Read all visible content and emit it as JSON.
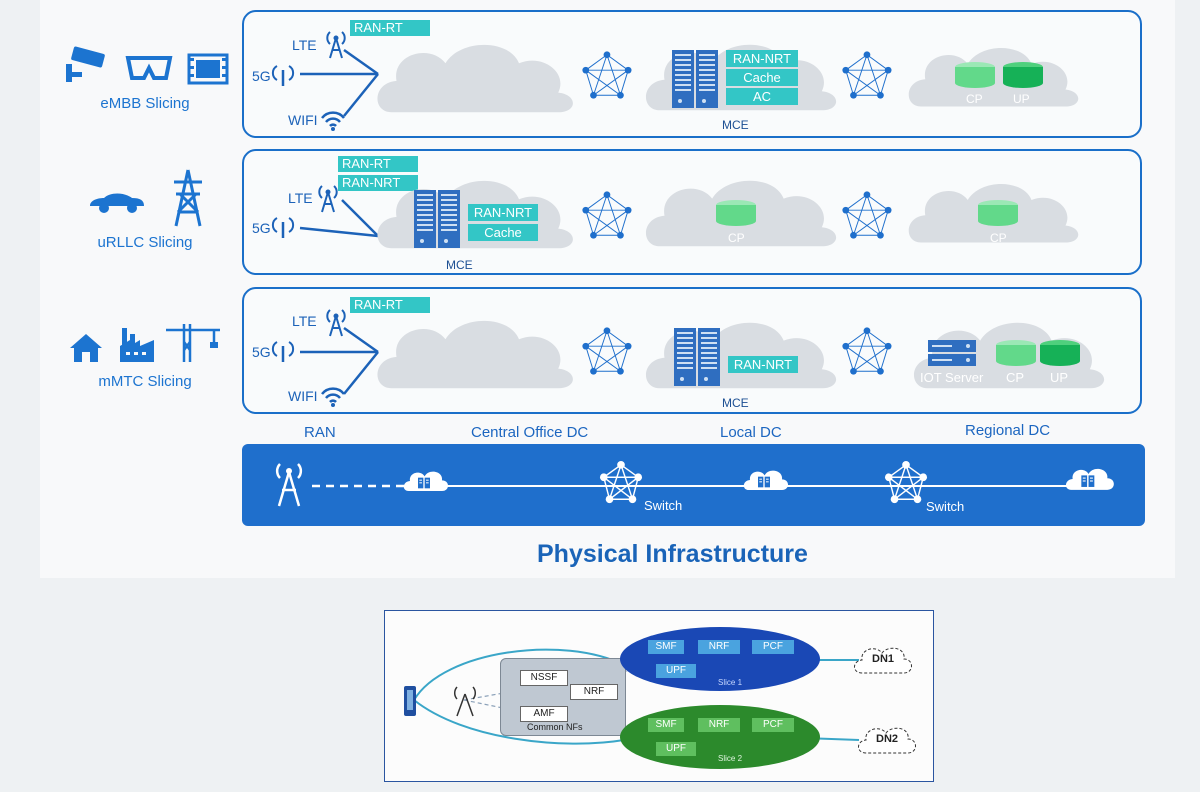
{
  "slices": [
    {
      "label": "eMBB Slicing",
      "icons": [
        "cctv-camera-icon",
        "vr-glasses-icon",
        "film-icon"
      ],
      "radios": [
        "LTE",
        "5G",
        "WIFI"
      ],
      "ran_tags": [
        "RAN-RT"
      ],
      "central_nfs": [
        "RAN-NRT",
        "Cache",
        "AC"
      ],
      "central_label": "MCE",
      "regional_dbs": [
        "CP",
        "UP"
      ]
    },
    {
      "label": "uRLLC Slicing",
      "icons": [
        "car-icon",
        "power-tower-icon"
      ],
      "radios": [
        "LTE",
        "5G"
      ],
      "ran_tags": [
        "RAN-RT",
        "RAN-NRT"
      ],
      "co_nfs": [
        "RAN-NRT",
        "Cache"
      ],
      "co_label": "MCE",
      "local_dbs": [
        "CP"
      ],
      "regional_dbs": [
        "CP"
      ]
    },
    {
      "label": "mMTC Slicing",
      "icons": [
        "house-icon",
        "factory-icon",
        "crane-icon"
      ],
      "radios": [
        "LTE",
        "5G",
        "WIFI"
      ],
      "ran_tags": [
        "RAN-RT"
      ],
      "local_nfs": [
        "RAN-NRT"
      ],
      "local_label": "MCE",
      "regional": [
        "IOT Server",
        "CP",
        "UP"
      ]
    }
  ],
  "dc_labels": [
    "RAN",
    "Central Office DC",
    "Local DC",
    "Regional DC"
  ],
  "infra": {
    "switch_labels": [
      "Switch",
      "Switch"
    ],
    "title": "Physical Infrastructure"
  },
  "figure": {
    "slice1_nfs": [
      "SMF",
      "NRF",
      "PCF",
      "UPF"
    ],
    "slice1_label": "Slice 1",
    "slice2_nfs": [
      "SMF",
      "NRF",
      "PCF",
      "UPF"
    ],
    "slice2_label": "Slice 2",
    "common_nfs": [
      "NSSF",
      "NRF",
      "AMF"
    ],
    "common_label": "Common NFs",
    "dn1": "DN1",
    "dn2": "DN2"
  },
  "colors": {
    "brand": "#1f6fcc",
    "teal": "#33c6c6",
    "green_db": "#62d98a",
    "slice1": "#1a48b5",
    "slice2": "#2c8a2c"
  }
}
